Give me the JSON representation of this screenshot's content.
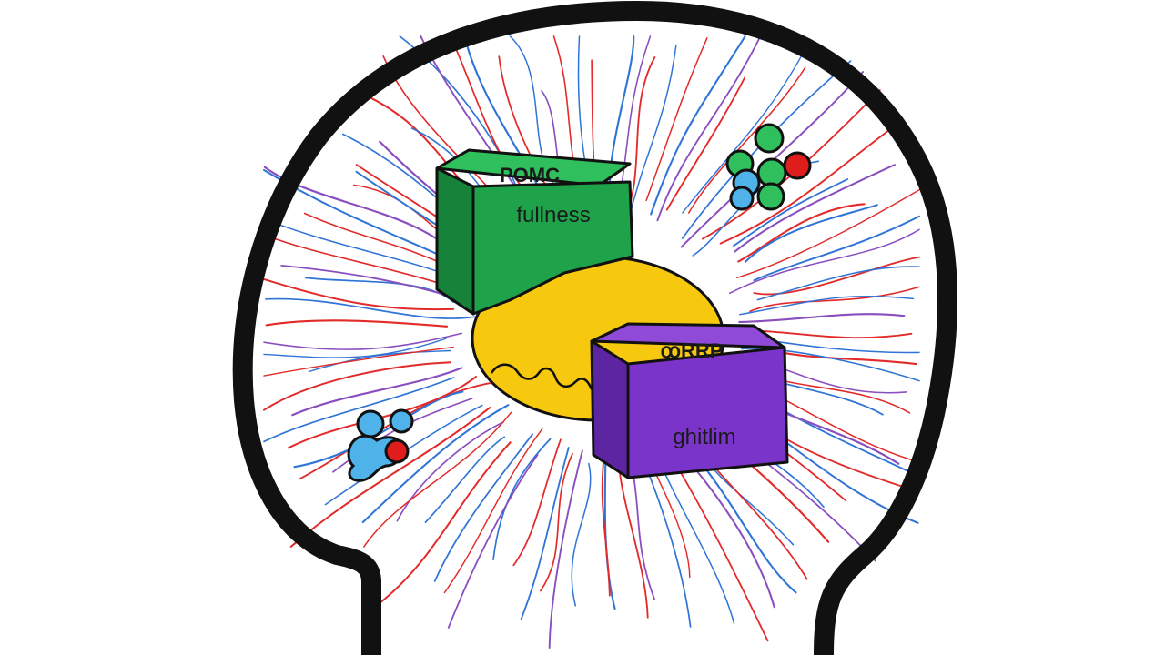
{
  "diagram": {
    "colors": {
      "outline": "#111111",
      "nerve_red": "#e32a2a",
      "nerve_blue": "#2f74d6",
      "nerve_purple": "#8a4fbf",
      "green_box": "#1ea34a",
      "green_box_top": "#2fbf5c",
      "green_box_side": "#16823a",
      "purple_box": "#7b34c9",
      "purple_box_top": "#8f4ad8",
      "purple_box_side": "#5e25a3",
      "yellow_blob": "#f6c90e",
      "molecule_blue": "#4fb3ea",
      "molecule_green": "#2fbf5c",
      "molecule_red": "#e01d1d"
    },
    "green_box": {
      "title": "POMC",
      "subtitle": "fullness"
    },
    "purple_box": {
      "title": "ꝏRRP",
      "subtitle": "ghitlim"
    },
    "molecules": [
      {
        "name": "molecule-cluster-upper-right"
      },
      {
        "name": "molecule-cluster-lower-left"
      }
    ]
  }
}
